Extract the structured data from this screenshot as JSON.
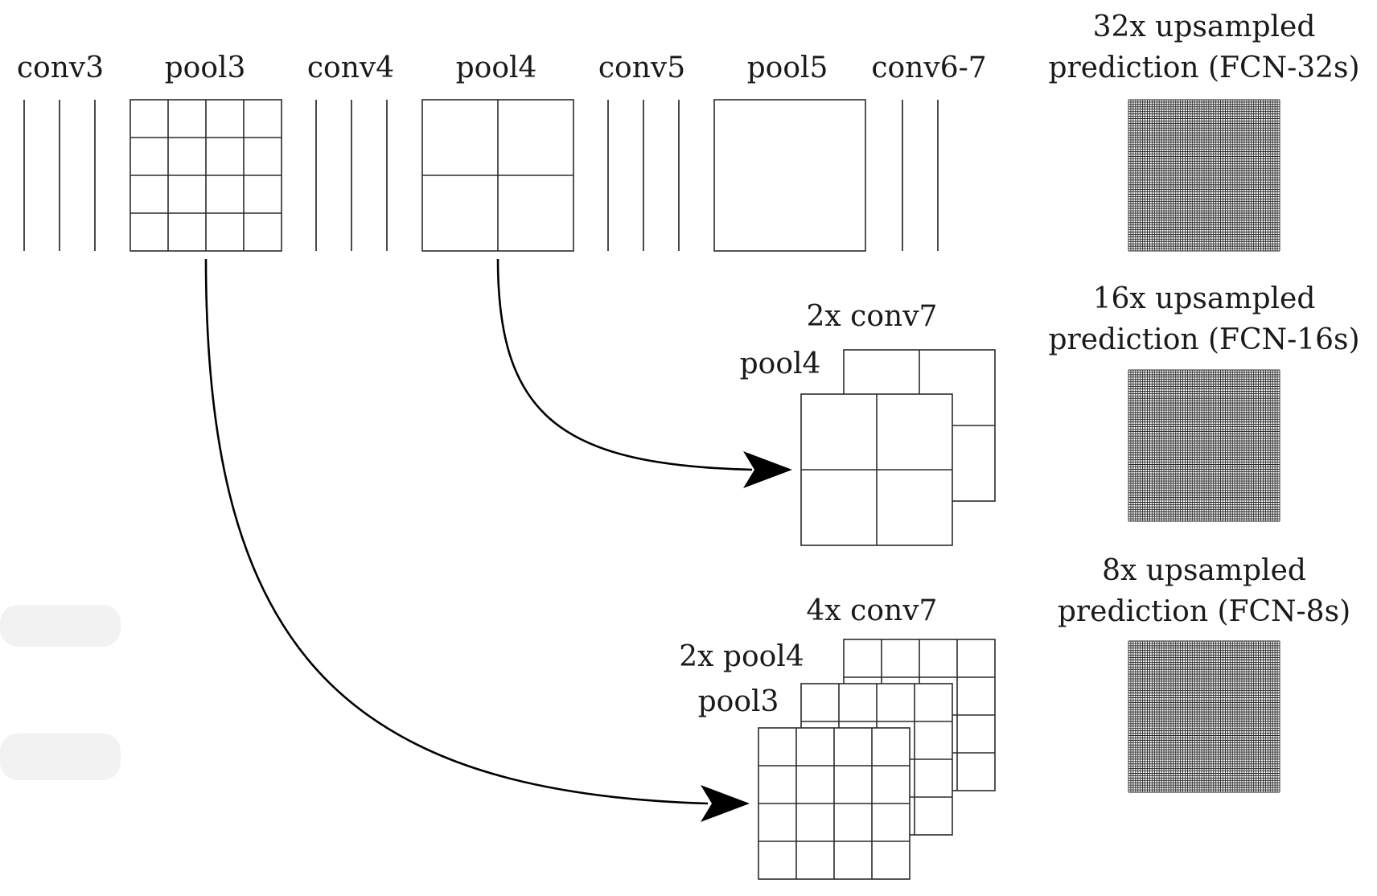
{
  "top_row": {
    "conv3": "conv3",
    "pool3": "pool3",
    "conv4": "conv4",
    "pool4": "pool4",
    "conv5": "conv5",
    "pool5": "pool5",
    "conv6_7": "conv6-7"
  },
  "predictions": {
    "fcn32": {
      "line1": "32x upsampled",
      "line2": "prediction (FCN-32s)"
    },
    "fcn16": {
      "line1": "16x upsampled",
      "line2": "prediction (FCN-16s)"
    },
    "fcn8": {
      "line1": "8x upsampled",
      "line2": "prediction (FCN-8s)"
    }
  },
  "fusion16": {
    "conv7_label": "2x conv7",
    "pool4_label": "pool4"
  },
  "fusion8": {
    "conv7_label": "4x conv7",
    "pool4_label": "2x pool4",
    "pool3_label": "pool3"
  }
}
